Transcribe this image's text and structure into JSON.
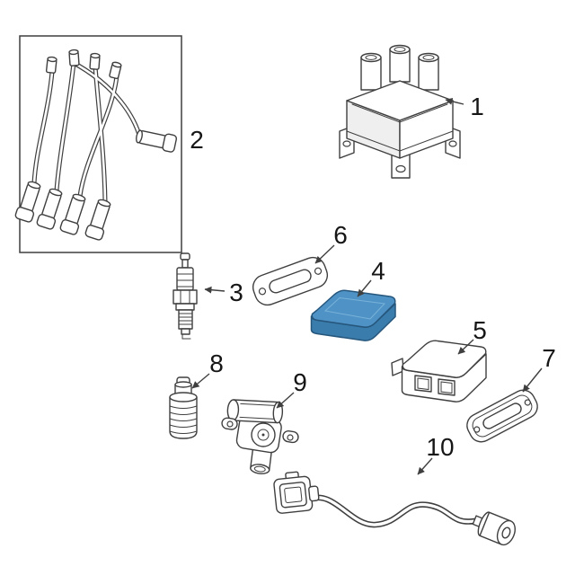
{
  "callouts": [
    "1",
    "2",
    "3",
    "4",
    "5",
    "6",
    "7",
    "8",
    "9",
    "10"
  ],
  "colors": {
    "background": "#ffffff",
    "line": "#3f3f3f",
    "label_text": "#161616",
    "highlight_top": "#4f93c6",
    "highlight_side": "#3a7cab",
    "highlight_outline": "#26567c"
  }
}
